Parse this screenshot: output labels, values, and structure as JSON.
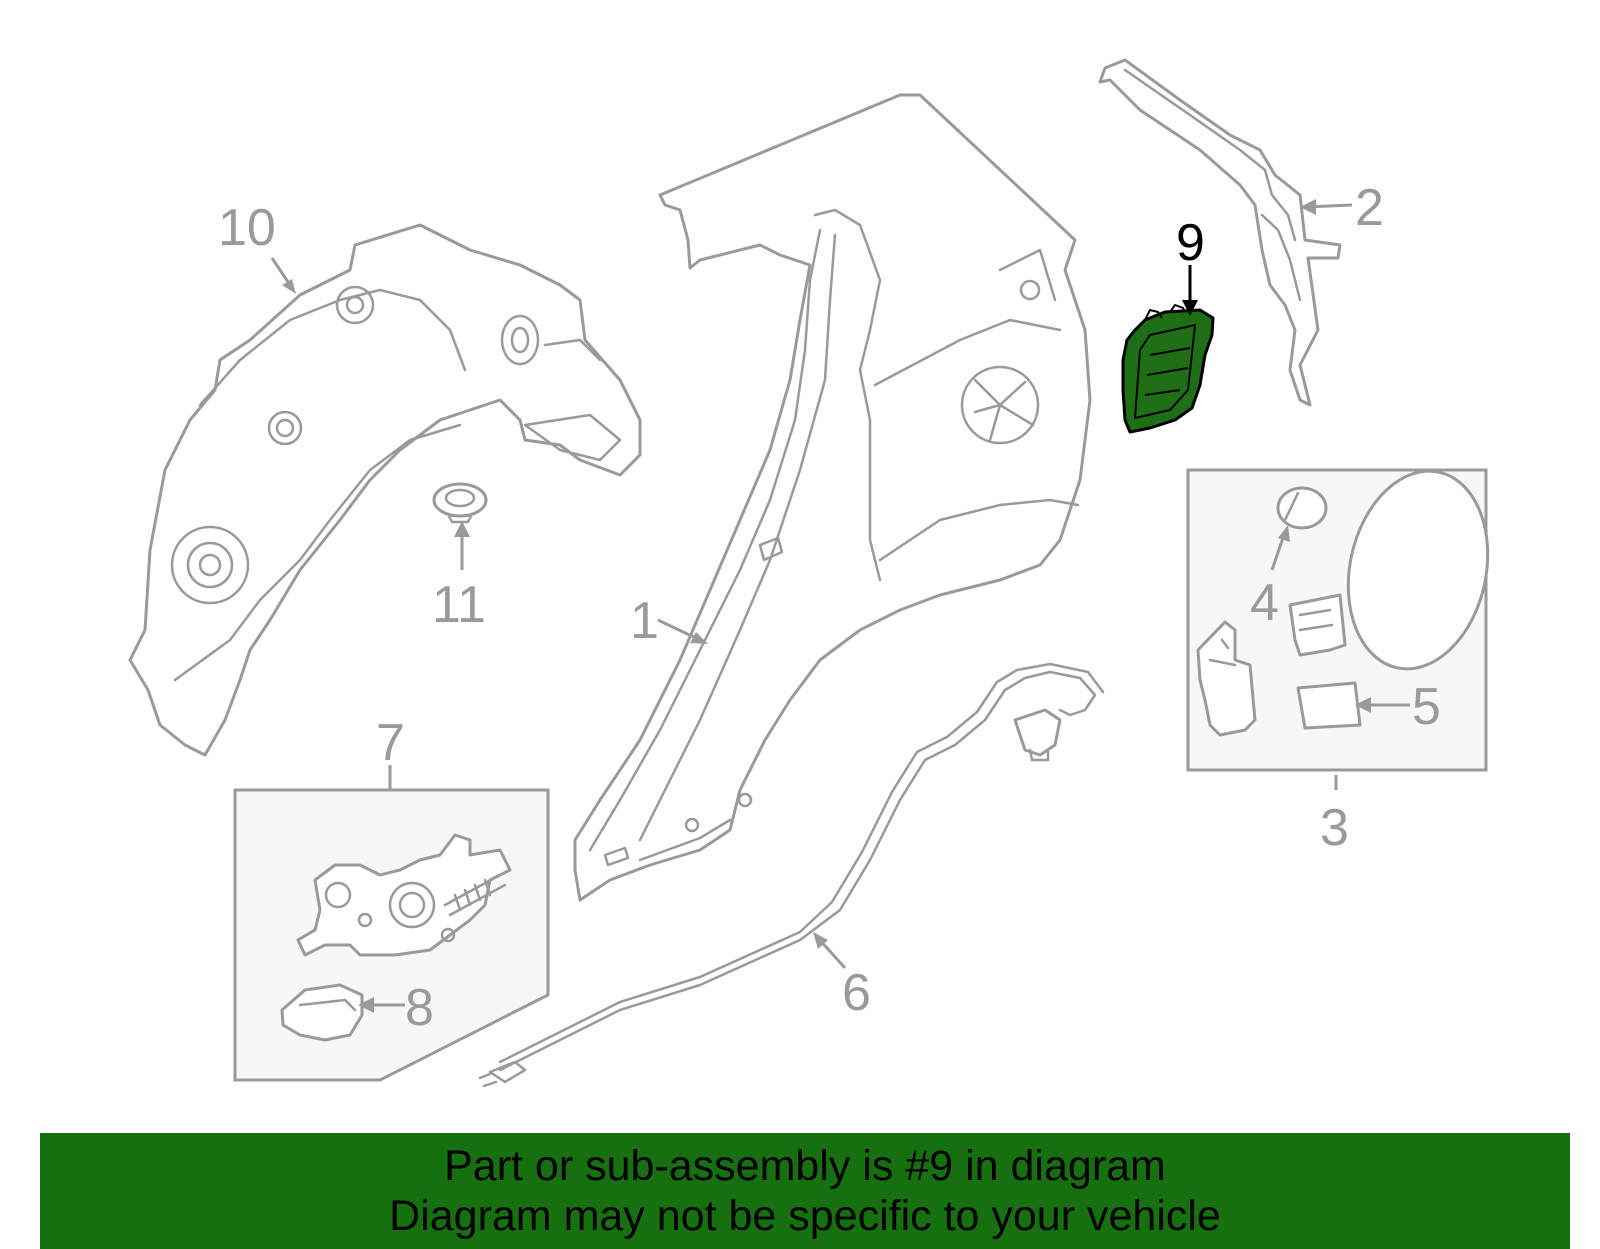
{
  "diagram": {
    "callouts": {
      "c1": "1",
      "c2": "2",
      "c3": "3",
      "c4": "4",
      "c5": "5",
      "c6": "6",
      "c7": "7",
      "c8": "8",
      "c9": "9",
      "c10": "10",
      "c11": "11"
    },
    "highlighted_part": "9"
  },
  "banner": {
    "line1": "Part or sub-assembly is #9 in diagram",
    "line2": "Diagram may not be specific to your vehicle"
  },
  "colors": {
    "banner_bg": "#17700f",
    "highlight_fill": "#1d6e14",
    "outline": "#9a9a9a"
  }
}
